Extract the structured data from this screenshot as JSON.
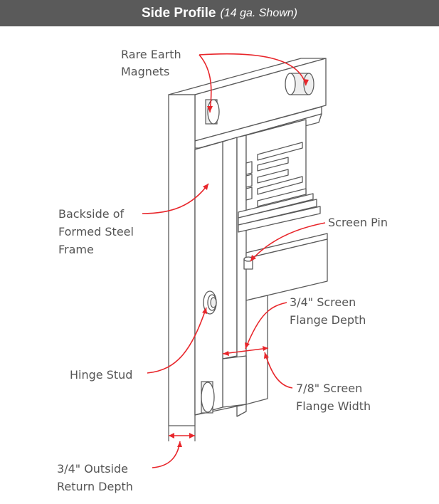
{
  "header": {
    "title": "Side Profile",
    "subtitle": "(14 ga. Shown)",
    "background": "#5a5a5a"
  },
  "labels": {
    "magnets_line1": "Rare Earth",
    "magnets_line2": "Magnets",
    "backside_line1": "Backside of",
    "backside_line2": "Formed Steel",
    "backside_line3": "Frame",
    "screen_pin": "Screen Pin",
    "flange_depth_line1": "3/4\" Screen",
    "flange_depth_line2": "Flange Depth",
    "hinge_stud": "Hinge Stud",
    "flange_width_line1": "7/8\" Screen",
    "flange_width_line2": "Flange Width",
    "return_depth_line1": "3/4\" Outside",
    "return_depth_line2": "Return Depth"
  },
  "colors": {
    "leader": "#e8262b",
    "outline": "#5a5a5a",
    "label_text": "#555555"
  }
}
